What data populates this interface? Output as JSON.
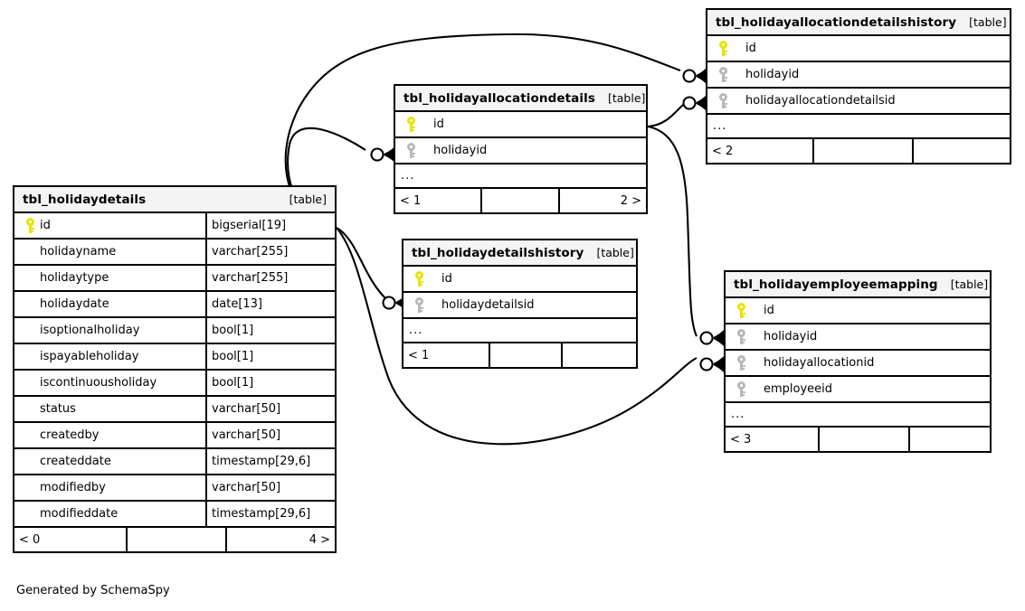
{
  "diagram": {
    "credit": "Generated by SchemaSpy",
    "table_tag": "[table]",
    "ellipsis": "...",
    "line_color": "#000000",
    "header_bg": "#f4f4f4",
    "pk_key_color": "#e8e400",
    "fk_key_color": "#b8b8b8"
  },
  "tables": [
    {
      "id": "tbl_holidaydetails",
      "name": "tbl_holidaydetails",
      "tag": "[table]",
      "columns": [
        {
          "key": "pk",
          "name": "id",
          "type": "bigserial[19]"
        },
        {
          "key": "",
          "name": "holidayname",
          "type": "varchar[255]"
        },
        {
          "key": "",
          "name": "holidaytype",
          "type": "varchar[255]"
        },
        {
          "key": "",
          "name": "holidaydate",
          "type": "date[13]"
        },
        {
          "key": "",
          "name": "isoptionalholiday",
          "type": "bool[1]"
        },
        {
          "key": "",
          "name": "ispayableholiday",
          "type": "bool[1]"
        },
        {
          "key": "",
          "name": "iscontinuousholiday",
          "type": "bool[1]"
        },
        {
          "key": "",
          "name": "status",
          "type": "varchar[50]"
        },
        {
          "key": "",
          "name": "createdby",
          "type": "varchar[50]"
        },
        {
          "key": "",
          "name": "createddate",
          "type": "timestamp[29,6]"
        },
        {
          "key": "",
          "name": "modifiedby",
          "type": "varchar[50]"
        },
        {
          "key": "",
          "name": "modifieddate",
          "type": "timestamp[29,6]"
        }
      ],
      "more": "...",
      "footer": {
        "left": "< 0",
        "middle": "",
        "right": "4 >"
      }
    },
    {
      "id": "tbl_holidayallocationdetails",
      "name": "tbl_holidayallocationdetails",
      "tag": "[table]",
      "columns": [
        {
          "key": "pk",
          "name": "id",
          "type": ""
        },
        {
          "key": "fk",
          "name": "holidayid",
          "type": ""
        }
      ],
      "more": "...",
      "footer": {
        "left": "< 1",
        "middle": "",
        "right": "2 >"
      }
    },
    {
      "id": "tbl_holidayallocationdetailshistory",
      "name": "tbl_holidayallocationdetailshistory",
      "tag": "[table]",
      "columns": [
        {
          "key": "pk",
          "name": "id",
          "type": ""
        },
        {
          "key": "fk",
          "name": "holidayid",
          "type": ""
        },
        {
          "key": "fk",
          "name": "holidayallocationdetailsid",
          "type": ""
        }
      ],
      "more": "...",
      "footer": {
        "left": "< 2",
        "middle": "",
        "right": ""
      }
    },
    {
      "id": "tbl_holidaydetailshistory",
      "name": "tbl_holidaydetailshistory",
      "tag": "[table]",
      "columns": [
        {
          "key": "pk",
          "name": "id",
          "type": ""
        },
        {
          "key": "fk",
          "name": "holidaydetailsid",
          "type": ""
        }
      ],
      "more": "...",
      "footer": {
        "left": "< 1",
        "middle": "",
        "right": ""
      }
    },
    {
      "id": "tbl_holidayemployeemapping",
      "name": "tbl_holidayemployeemapping",
      "tag": "[table]",
      "columns": [
        {
          "key": "pk",
          "name": "id",
          "type": ""
        },
        {
          "key": "fk",
          "name": "holidayid",
          "type": ""
        },
        {
          "key": "fk",
          "name": "holidayallocationid",
          "type": ""
        },
        {
          "key": "fk",
          "name": "employeeid",
          "type": ""
        }
      ],
      "more": "...",
      "footer": {
        "left": "< 3",
        "middle": "",
        "right": ""
      }
    }
  ],
  "relationships": [
    {
      "from": "tbl_holidaydetails.id",
      "to": "tbl_holidayallocationdetails.holidayid",
      "cardinality": "zero-or-many"
    },
    {
      "from": "tbl_holidaydetails.id",
      "to": "tbl_holidayallocationdetailshistory.holidayid",
      "cardinality": "zero-or-many"
    },
    {
      "from": "tbl_holidaydetails.id",
      "to": "tbl_holidaydetailshistory.holidaydetailsid",
      "cardinality": "zero-or-many"
    },
    {
      "from": "tbl_holidaydetails.id",
      "to": "tbl_holidayemployeemapping.holidayid",
      "cardinality": "zero-or-many"
    },
    {
      "from": "tbl_holidayallocationdetails.id",
      "to": "tbl_holidayallocationdetailshistory.holidayallocationdetailsid",
      "cardinality": "zero-or-many"
    },
    {
      "from": "tbl_holidayallocationdetails.id",
      "to": "tbl_holidayemployeemapping.holidayallocationid",
      "cardinality": "zero-or-many"
    }
  ]
}
